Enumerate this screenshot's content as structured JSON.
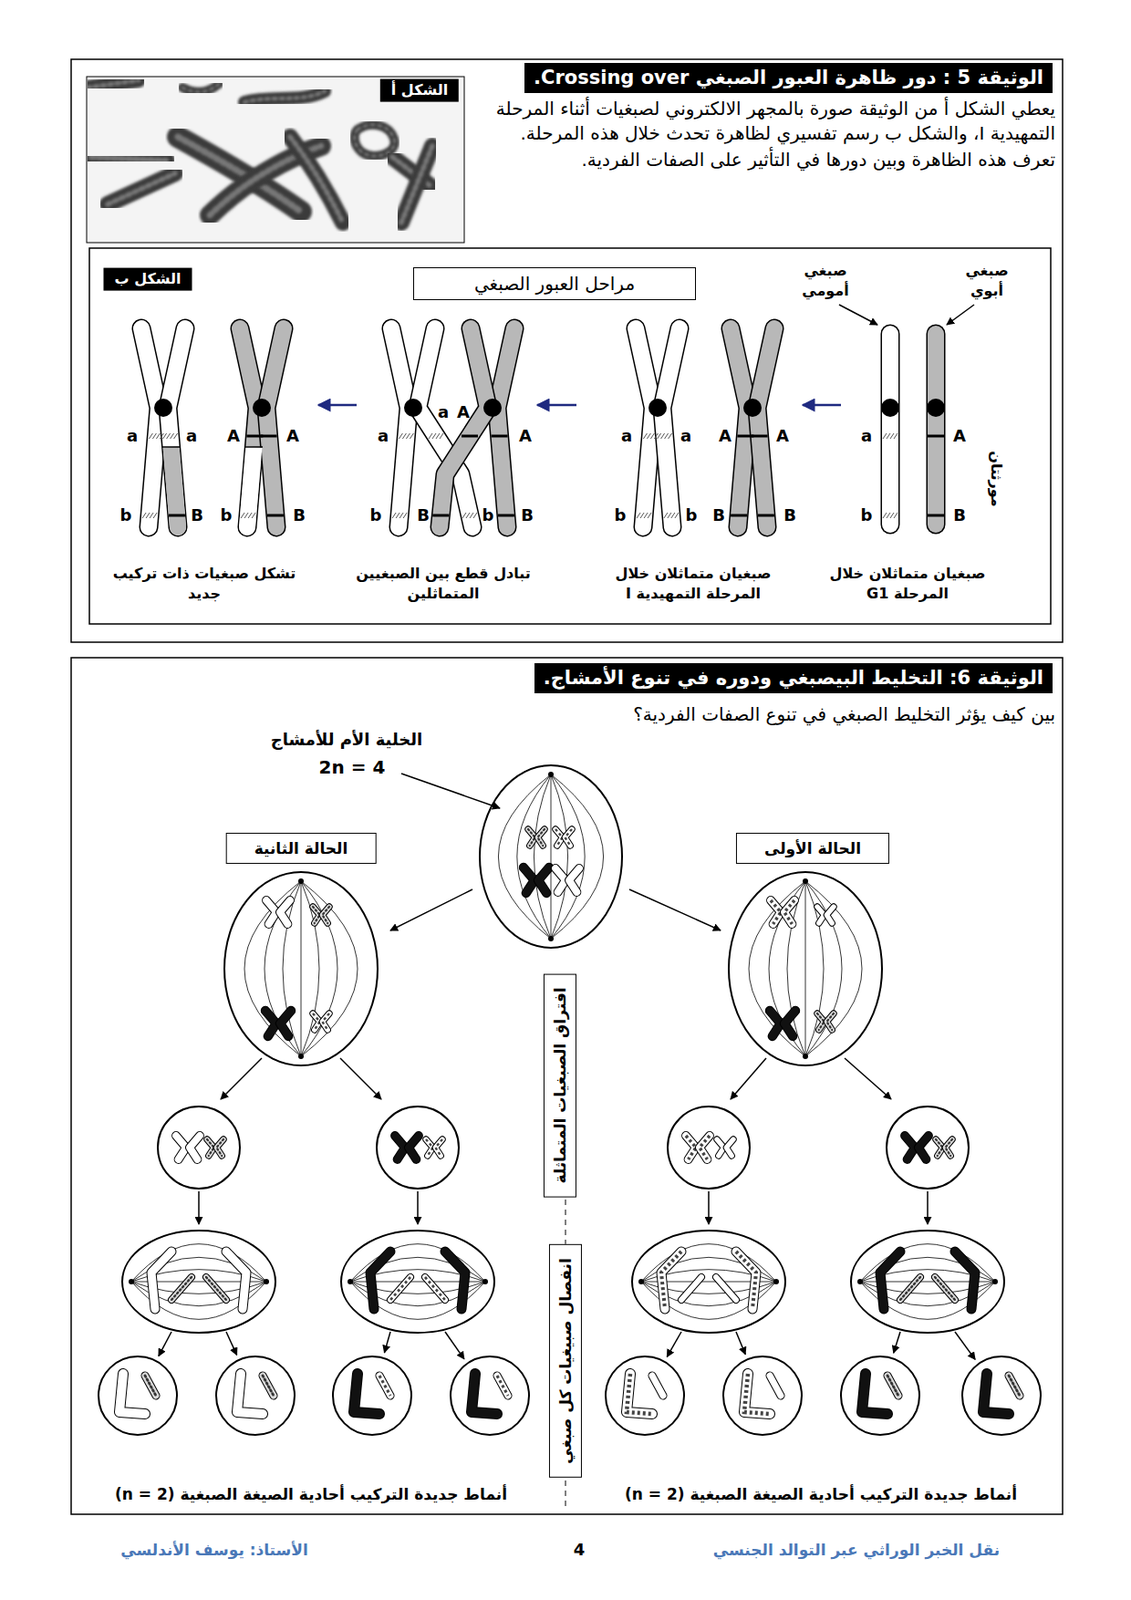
{
  "diagram": {
    "nodes": [
      {
        "text": [
          "الوثيقة 5 : دور ظاهرة العبور الصبغي Crossing over."
        ]
      },
      {
        "text": [
          "الشكل أ"
        ]
      },
      {
        "text": [
          "الشكل ب"
        ]
      },
      {
        "text": [
          "مراحل العبور الصبغي"
        ]
      },
      {
        "text": [
          "الوثيقة 6: التخليط البيصبغي ودوره في تنوع الأمشاج."
        ]
      },
      {
        "text": [
          "الحالة الثانية"
        ]
      },
      {
        "text": [
          "الحالة الأولى"
        ]
      },
      {
        "text": [
          "افتراق الصبغيات المتماثلة"
        ]
      },
      {
        "text": [
          "انفصال صبيغيات كل صبغي"
        ]
      }
    ],
    "labels": [
      "يعطي الشكل أ من الوثيقة صورة بالمجهر الالكتروني لصبغيات أثناء المرحلة التمهيدية I، والشكل ب رسم تفسيري لظاهرة تحدث خلال هذه المرحلة.",
      "تعرف هذه الظاهرة وبين دورها في التأثير على الصفات الفردية.",
      "صبغي أبوي",
      "صبغي أمومي",
      "مورثتان",
      "a",
      "A",
      "b",
      "B",
      "a",
      "a",
      "A",
      "A",
      "b",
      "b",
      "B",
      "B",
      "a",
      "a",
      "A",
      "A",
      "b",
      "B",
      "b",
      "B",
      "a",
      "a",
      "A",
      "A",
      "b",
      "B",
      "b",
      "B",
      "صبغيان متماثلان خلال المرحلة G1",
      "صبغيان متماثلان خلال المرحلة التمهيدية I",
      "تبادل قطع بين الصبغيين المتماثلين",
      "تشكل صبغيات ذات تركيب جديد",
      "بين كيف يؤثر التخليط الصبغي في تنوع الصفات الفردية؟",
      "الخلية الأم للأمشاج",
      "2n = 4",
      "أنماط جديدة التركيب أحادية الصيغة الصبغية (n = 2)",
      "أنماط جديدة التركيب أحادية الصيغة الصبغية (n = 2)",
      "نقل الخبر الوراثي عبر التوالد الجنسي",
      "4",
      "الأستاذ: يوسف الأندلسي"
    ]
  }
}
